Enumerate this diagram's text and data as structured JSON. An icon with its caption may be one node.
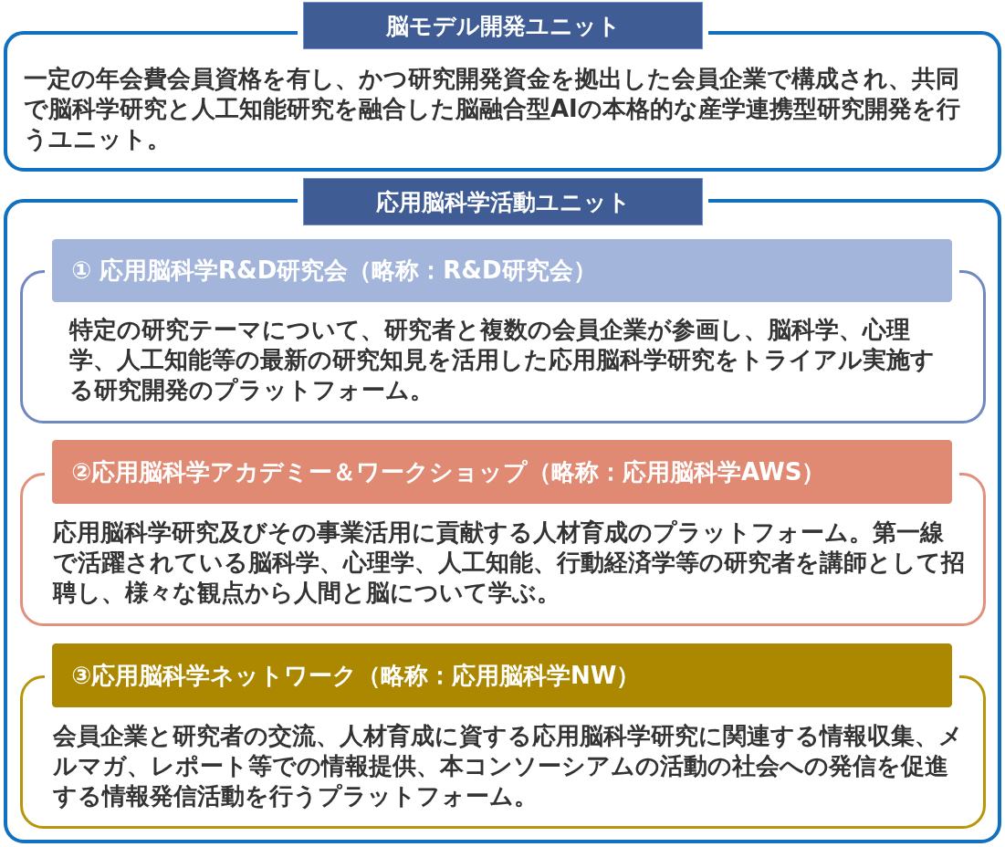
{
  "diagram": {
    "nodes": [
      {
        "text": [
          "脳モデル開発ユニット",
          "一定の年会費会員資格を有し、かつ研究開発資金を拠出した会員企業で構成され、共同で脳科学研究と人工知能研究を融合した脳融合型AIの本格的な産学連携型研究開発を行うユニット。"
        ]
      },
      {
        "text": [
          "応用脳科学活動ユニット"
        ]
      },
      {
        "text": [
          "① 応用脳科学R&D研究会（略称：R&D研究会）",
          "特定の研究テーマについて、研究者と複数の会員企業が参画し、脳科学、心理学、人工知能等の最新の研究知見を活用した応用脳科学研究をトライアル実施する研究開発のプラットフォーム。"
        ],
        "in": 1
      },
      {
        "text": [
          "②応用脳科学アカデミー＆ワークショップ（略称：応用脳科学AWS）",
          "応用脳科学研究及びその事業活用に貢献する人材育成のプラットフォーム。第一線で活躍されている脳科学、心理学、人工知能、行動経済学等の研究者を講師として招聘し、様々な観点から人間と脳について学ぶ。"
        ],
        "in": 1
      },
      {
        "text": [
          "③応用脳科学ネットワーク（略称：応用脳科学NW）",
          "会員企業と研究者の交流、人材育成に資する応用脳科学研究に関連する情報収集、メルマガ、レポート等での情報提供、本コンソーシアムの活動の社会への発信を促進する情報発信活動を行うプラットフォーム。"
        ],
        "in": 1
      }
    ]
  }
}
